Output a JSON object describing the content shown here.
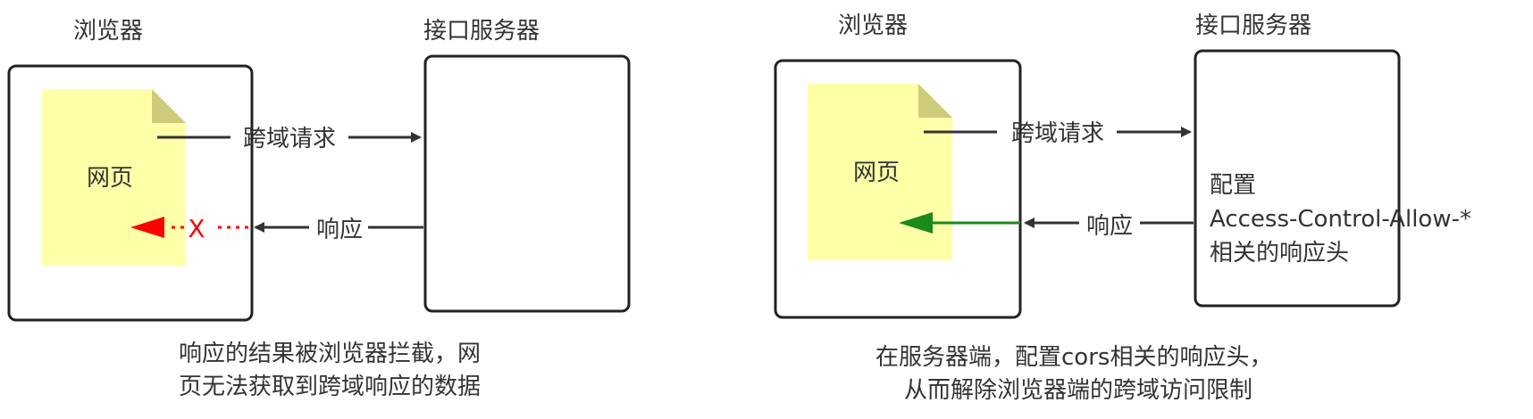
{
  "colors": {
    "box_stroke": "#222222",
    "note_fill": "#ffffa8",
    "note_fold": "#cccc7a",
    "arrow": "#333333",
    "blocked": "#ff0000",
    "allowed": "#1a8a1a",
    "text": "#333333"
  },
  "left": {
    "browser_title": "浏览器",
    "server_title": "接口服务器",
    "page_label": "网页",
    "request_label": "跨域请求",
    "response_label": "响应",
    "blocked_mark": "X",
    "caption_line1": "响应的结果被浏览器拦截，网",
    "caption_line2": "页无法获取到跨域响应的数据"
  },
  "right": {
    "browser_title": "浏览器",
    "server_title": "接口服务器",
    "page_label": "网页",
    "request_label": "跨域请求",
    "response_label": "响应",
    "server_note_line1": "配置",
    "server_note_line2": "Access-Control-Allow-*",
    "server_note_line3": "相关的响应头",
    "caption_line1": "在服务器端，配置cors相关的响应头，",
    "caption_line2": "从而解除浏览器端的跨域访问限制"
  }
}
